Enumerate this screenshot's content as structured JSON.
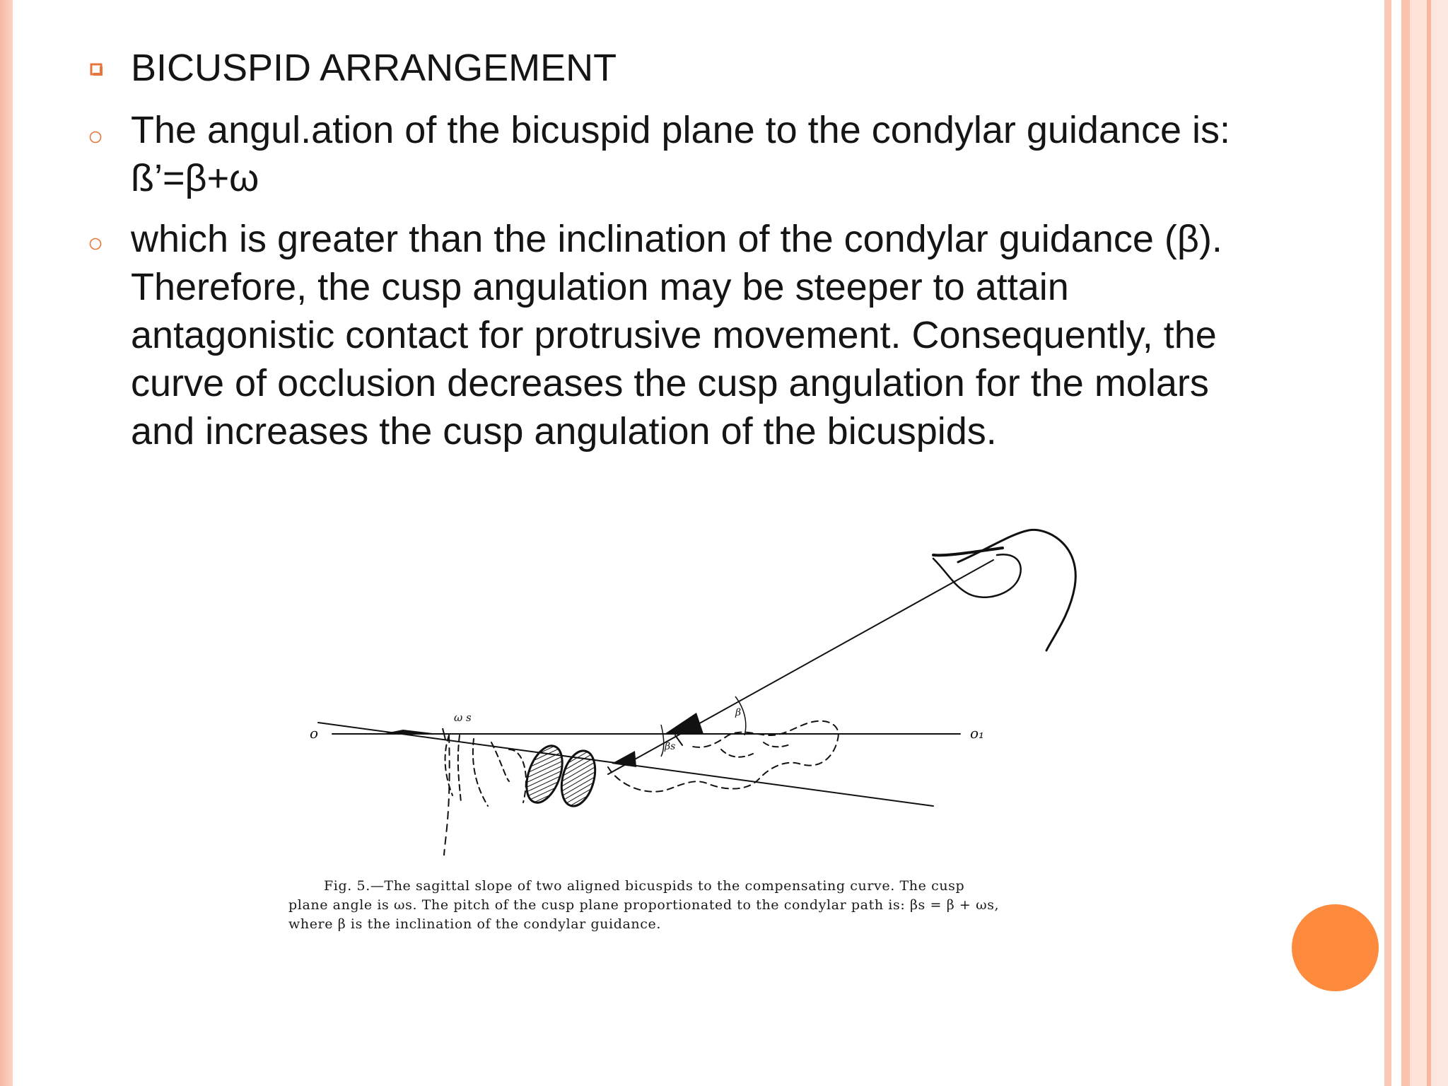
{
  "slide": {
    "heading": "BICUSPID ARRANGEMENT",
    "bullets": [
      "The angul.ation of the bicuspid plane to the condylar guidance is: ß’=β+ω",
      "which is greater than the inclination of the condylar guidance (β). Therefore, the cusp angulation may be steeper to attain antagonistic contact for protrusive movement. Consequently, the curve of occlusion decreases the cusp angulation for the molars and increases the cusp angulation of the bicuspids."
    ]
  },
  "figure": {
    "labels": {
      "o_left": "o",
      "o_right": "o₁",
      "omega_s": "ω s",
      "beta": "β",
      "beta_s": "βs"
    },
    "caption_lines": [
      "Fig. 5.—The sagittal slope of two aligned bicuspids to the compensating curve. The cusp",
      "plane angle is ωs. The pitch of the cusp plane proportionated to the condylar path is: βs = β + ωs,",
      "where β is the inclination of the condylar guidance."
    ]
  },
  "colors": {
    "accent": "#fd8a3d",
    "border": "#f7b9a4",
    "bullet": "#e8763b"
  },
  "icons": {
    "heading_bullet": "square-bullet-icon",
    "item_bullet": "circle-bullet-icon"
  }
}
